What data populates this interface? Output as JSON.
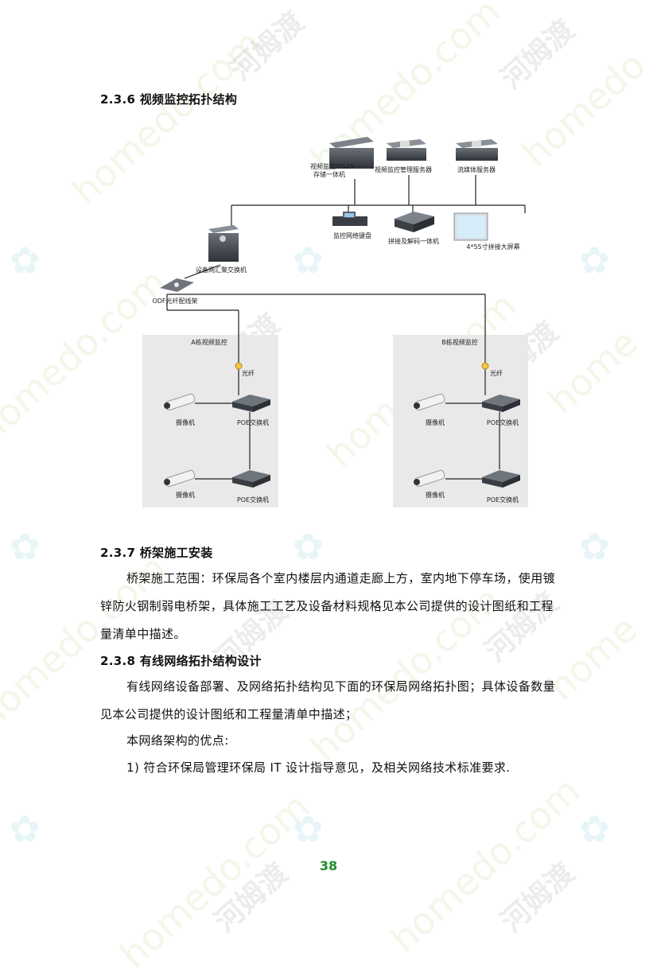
{
  "sections": {
    "s236": {
      "heading": "2.3.6 视频监控拓扑结构"
    },
    "s237": {
      "heading": "2.3.7 桥架施工安装",
      "para1": "桥架施工范围：环保局各个室内楼层内通道走廊上方，室内地下停车场，使用镀锌防火钢制弱电桥架，具体施工工艺及设备材料规格见本公司提供的设计图纸和工程量清单中描述。"
    },
    "s238": {
      "heading": "2.3.8 有线网络拓扑结构设计",
      "para1": "有线网络设备部署、及网络拓扑结构见下面的环保局网络拓扑图；具体设备数量见本公司提供的设计图纸和工程量清单中描述；",
      "para2": "本网络架构的优点:",
      "para3": "1)  符合环保局管理环保局 IT 设计指导意见，及相关网络技术标准要求."
    }
  },
  "diagram": {
    "san_label_1": "视频监控IPSAN",
    "san_label_2": "存储一体机",
    "mgmt_server": "视频监控管理服务器",
    "stream_server": "流媒体服务器",
    "keyboard": "监控网络键盘",
    "decoder": "拼接及解码一体机",
    "screen": "4*55寸拼接大屏幕",
    "core_switch": "设备网汇聚交换机",
    "odf": "ODF光纤配线架",
    "zone_a": "A栋视频监控",
    "zone_b": "B栋视频监控",
    "fiber": "光纤",
    "camera": "摄像机",
    "poe_switch": "POE交换机"
  },
  "footer": {
    "page_number": "38"
  }
}
